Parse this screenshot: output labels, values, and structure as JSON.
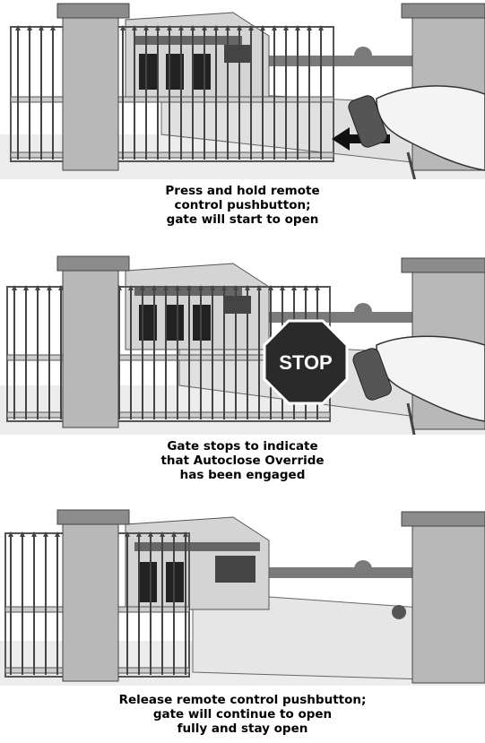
{
  "steps": [
    {
      "caption": [
        "Press and hold remote",
        "control pushbutton;",
        "gate will start to open"
      ]
    },
    {
      "caption": [
        "Gate stops to indicate",
        "that Autoclose Override",
        "has been engaged"
      ],
      "stop_sign_text": "STOP"
    },
    {
      "caption": [
        "Release remote control pushbutton;",
        "gate will continue to open",
        "fully and stay open"
      ]
    }
  ],
  "colors": {
    "pillar": "#b8b8b8",
    "pillar_dark": "#8c8c8c",
    "ground": "#e6e6e6",
    "wall": "#7a7a7a",
    "stop_sign": "#2a2a2a",
    "gate_bar": "#ffffff"
  }
}
